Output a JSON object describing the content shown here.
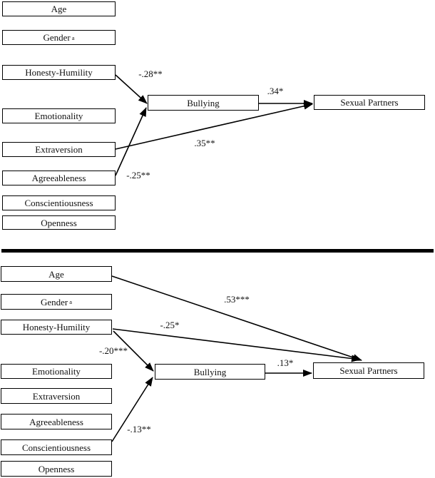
{
  "colors": {
    "background": "#ffffff",
    "line": "#000000",
    "box_border": "#000000",
    "text": "#111111"
  },
  "panel_top": {
    "boxes": {
      "age": "Age",
      "gender": "Gender",
      "gender_superscript": "a",
      "honesty_humility": "Honesty-Humility",
      "emotionality": "Emotionality",
      "extraversion": "Extraversion",
      "agreeableness": "Agreeableness",
      "conscientiousness": "Conscientiousness",
      "openness": "Openness",
      "bullying": "Bullying",
      "sexual_partners": "Sexual Partners"
    },
    "paths": [
      {
        "from": "Honesty-Humility",
        "to": "Bullying",
        "label": "-.28**"
      },
      {
        "from": "Agreeableness",
        "to": "Bullying",
        "label": "-.25**"
      },
      {
        "from": "Extraversion",
        "to": "Sexual Partners",
        "label": ".35**"
      },
      {
        "from": "Bullying",
        "to": "Sexual Partners",
        "label": ".34*"
      }
    ]
  },
  "panel_bottom": {
    "boxes": {
      "age": "Age",
      "gender": "Gender",
      "gender_superscript": "a",
      "honesty_humility": "Honesty-Humility",
      "emotionality": "Emotionality",
      "extraversion": "Extraversion",
      "agreeableness": "Agreeableness",
      "conscientiousness": "Conscientiousness",
      "openness": "Openness",
      "bullying": "Bullying",
      "sexual_partners": "Sexual Partners"
    },
    "paths": [
      {
        "from": "Age",
        "to": "Sexual Partners",
        "label": ".53***"
      },
      {
        "from": "Honesty-Humility",
        "to": "Sexual Partners",
        "label": "-.25*"
      },
      {
        "from": "Honesty-Humility",
        "to": "Bullying",
        "label": "-.20***"
      },
      {
        "from": "Conscientiousness",
        "to": "Bullying",
        "label": "-.13**"
      },
      {
        "from": "Bullying",
        "to": "Sexual Partners",
        "label": ".13*"
      }
    ]
  }
}
